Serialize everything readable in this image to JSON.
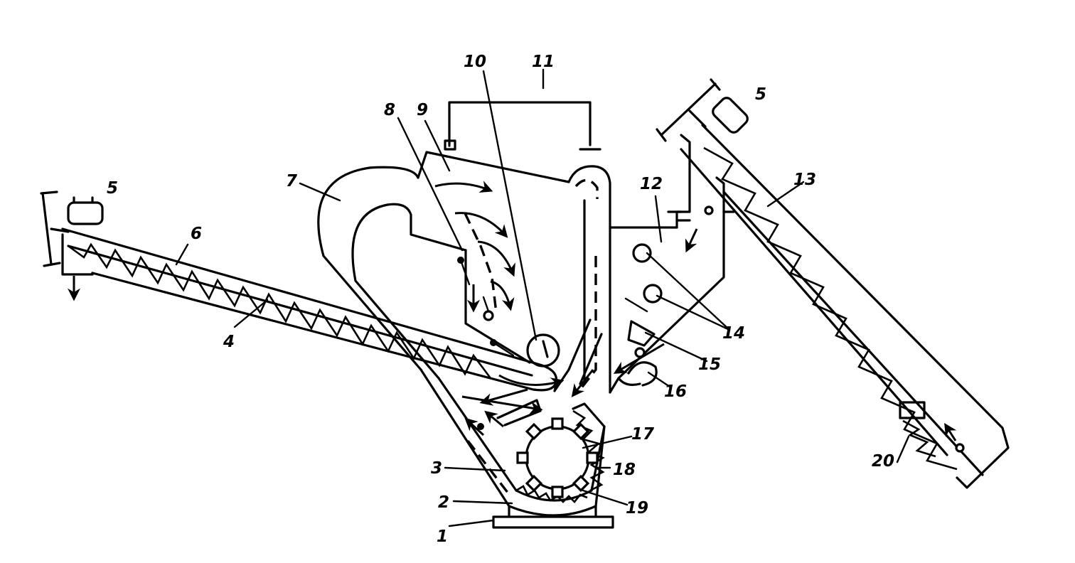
{
  "diagram": {
    "labels": {
      "l1": "1",
      "l2": "2",
      "l3": "3",
      "l4": "4",
      "l5_left": "5",
      "l5_right": "5",
      "l6": "6",
      "l7": "7",
      "l8": "8",
      "l9": "9",
      "l10": "10",
      "l11": "11",
      "l12": "12",
      "l13": "13",
      "l14": "14",
      "l15": "15",
      "l16": "16",
      "l17": "17",
      "l18": "18",
      "l19": "19",
      "l20": "20"
    }
  }
}
